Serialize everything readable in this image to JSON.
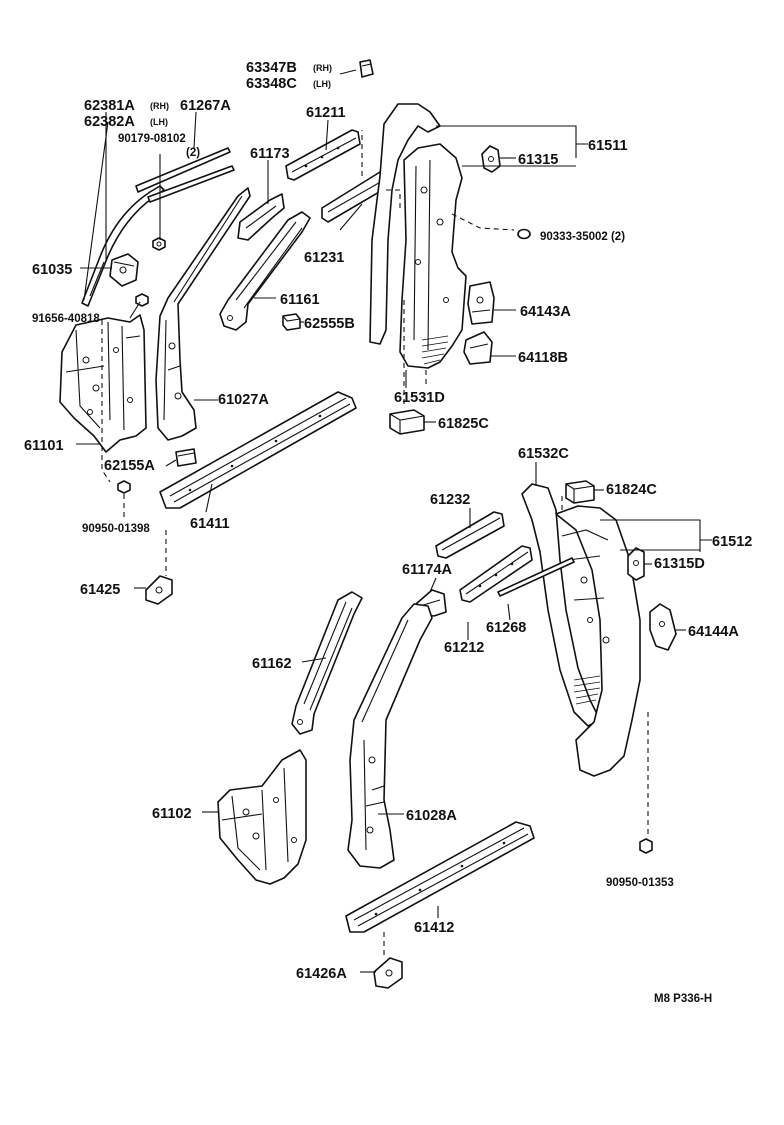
{
  "diagram": {
    "footer_code": "M8  P336-H",
    "labels": {
      "p63347B": "63347B",
      "p63347B_sfx": "(RH)",
      "p63348C": "63348C",
      "p63348C_sfx": "(LH)",
      "p62381A": "62381A",
      "p62381A_sfx": "(RH)",
      "p62382A": "62382A",
      "p62382A_sfx": "(LH)",
      "p61267A": "61267A",
      "p90179": "90179-08102",
      "p90179_qty": "(2)",
      "p61211": "61211",
      "p61173": "61173",
      "p61511": "61511",
      "p61315": "61315",
      "p90333": "90333-35002 (2)",
      "p61035": "61035",
      "p61231": "61231",
      "p61161": "61161",
      "p91656": "91656-40818",
      "p62555B": "62555B",
      "p64143A": "64143A",
      "p64118B": "64118B",
      "p61027A": "61027A",
      "p61531D": "61531D",
      "p61825C": "61825C",
      "p61101": "61101",
      "p62155A": "62155A",
      "p61532C": "61532C",
      "p61824C": "61824C",
      "p61232": "61232",
      "p61411": "61411",
      "p61512": "61512",
      "p90950a": "90950-01398",
      "p61174A": "61174A",
      "p61315D": "61315D",
      "p61425": "61425",
      "p61268": "61268",
      "p64144A": "64144A",
      "p61212": "61212",
      "p61162": "61162",
      "p61102": "61102",
      "p61028A": "61028A",
      "p90950b": "90950-01353",
      "p61412": "61412",
      "p61426A": "61426A"
    }
  }
}
